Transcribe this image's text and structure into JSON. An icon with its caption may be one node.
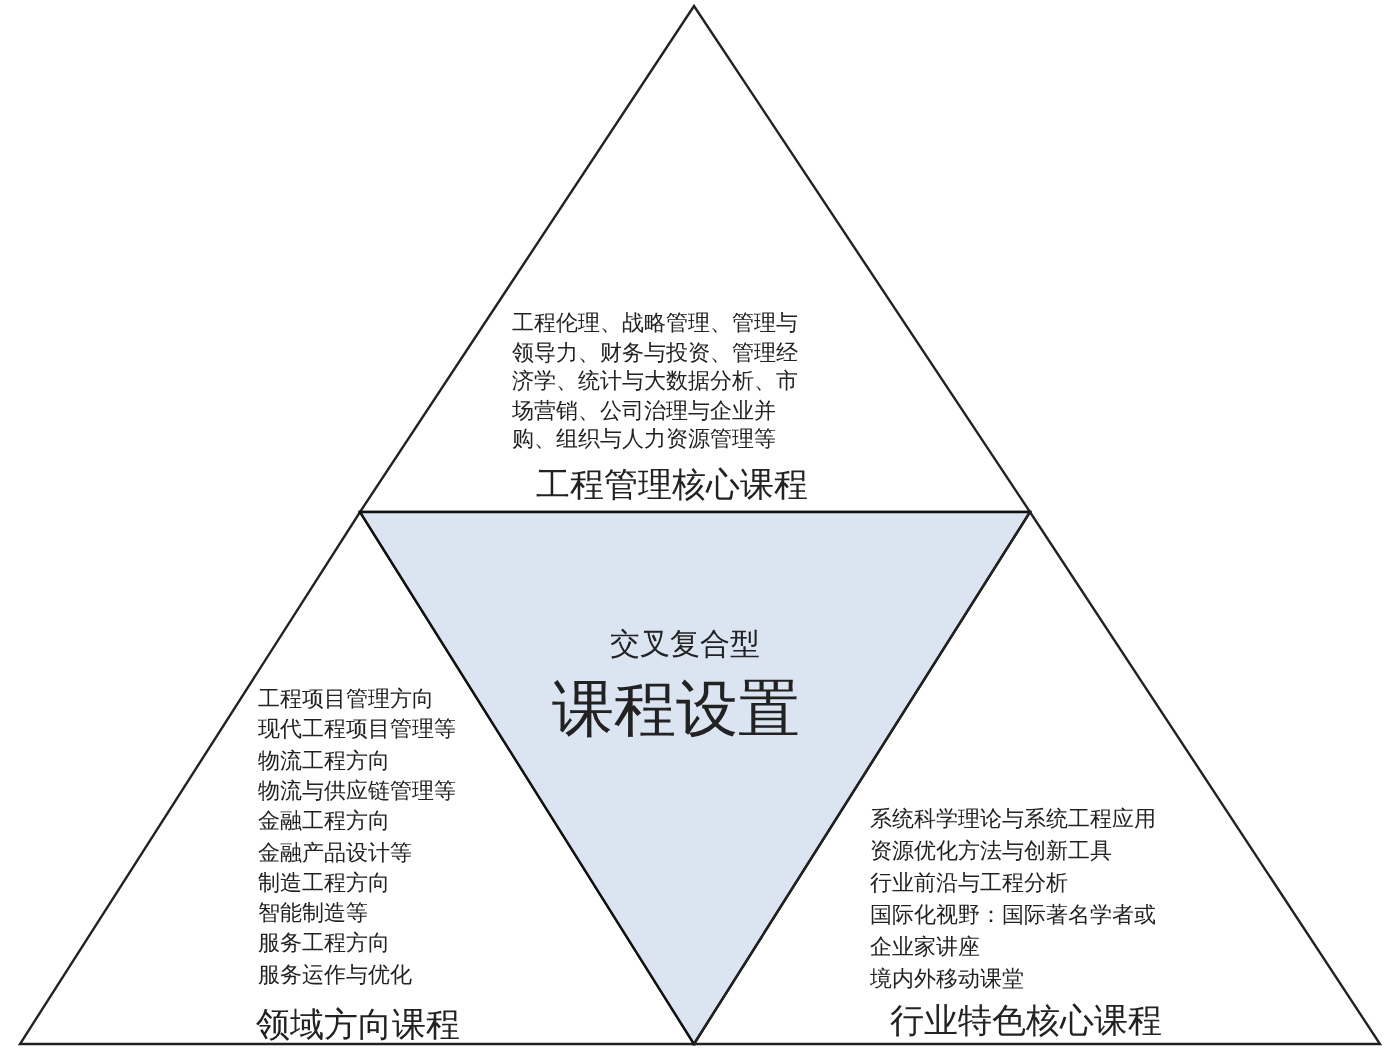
{
  "diagram": {
    "nodes": [
      {
        "text": [
          "工程伦理、战略管理、管理与领导力、财务与投资、管理经济学、统计与大数据分析、市场营销、公司治理与企业并购、组织与人力资源管理等",
          "工程管理核心课程"
        ]
      },
      {
        "text": [
          "工程项目管理方向",
          "现代工程项目管理等",
          "物流工程方向",
          "物流与供应链管理等",
          "金融工程方向",
          "金融产品设计等",
          "制造工程方向",
          "智能制造等",
          "服务工程方向",
          "服务运作与优化",
          "领域方向课程"
        ]
      },
      {
        "text": [
          "交叉复合型",
          "课程设置"
        ]
      },
      {
        "text": [
          "系统科学理论与系统工程应用",
          "资源优化方法与创新工具",
          "行业前沿与工程分析",
          "国际化视野：国际著名学者或企业家讲座",
          "境内外移动课堂",
          "行业特色核心课程"
        ]
      }
    ]
  }
}
